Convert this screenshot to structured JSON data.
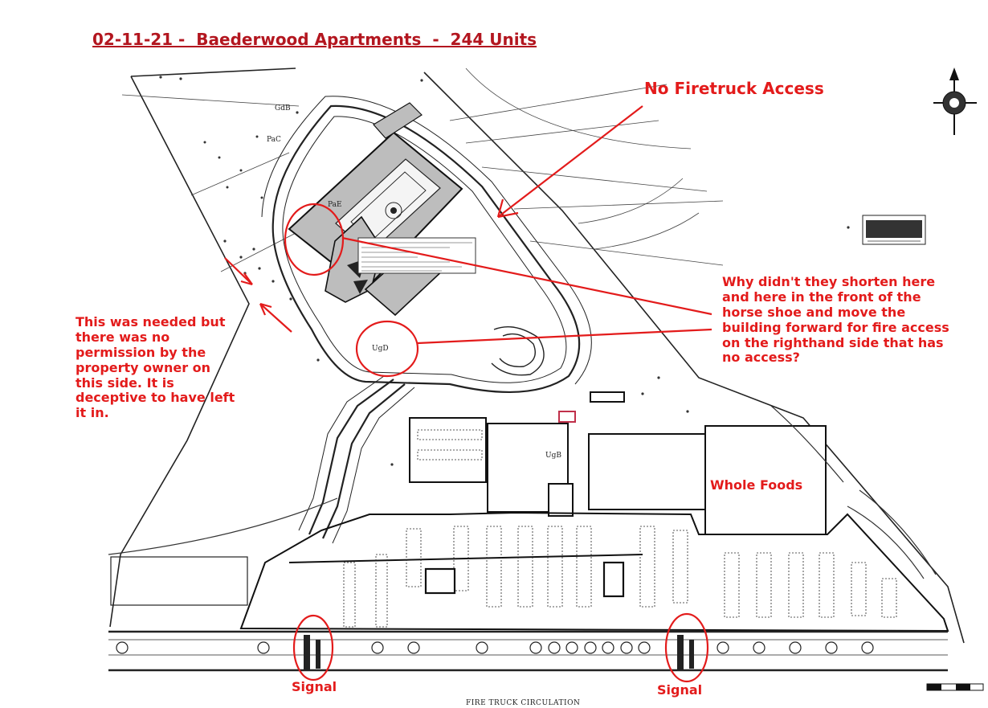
{
  "title": "02-11-21 -  Baederwood Apartments  -  244 Units",
  "annotations": {
    "no_firetruck": "No Firetruck Access",
    "left_note": "This was needed but there was no permission by the property owner on this side. It is deceptive to have left it in.",
    "right_note": "Why didn't they shorten here and here in the front of the horse shoe and move the building forward for fire access on the righthand side that has no access?",
    "whole_foods": "Whole Foods",
    "signal_1": "Signal",
    "signal_2": "Signal"
  },
  "plan_labels": {
    "gdb": "GdB",
    "pac": "PaC",
    "pae": "PaE",
    "ugd": "UgD",
    "ugb": "UgB",
    "footer": "FIRE TRUCK CIRCULATION"
  },
  "colors": {
    "annotation_red": "#e31b1b",
    "title_red": "#b3161f",
    "building_gray": "#bdbdbd"
  },
  "icons": [
    "north-arrow-icon"
  ]
}
